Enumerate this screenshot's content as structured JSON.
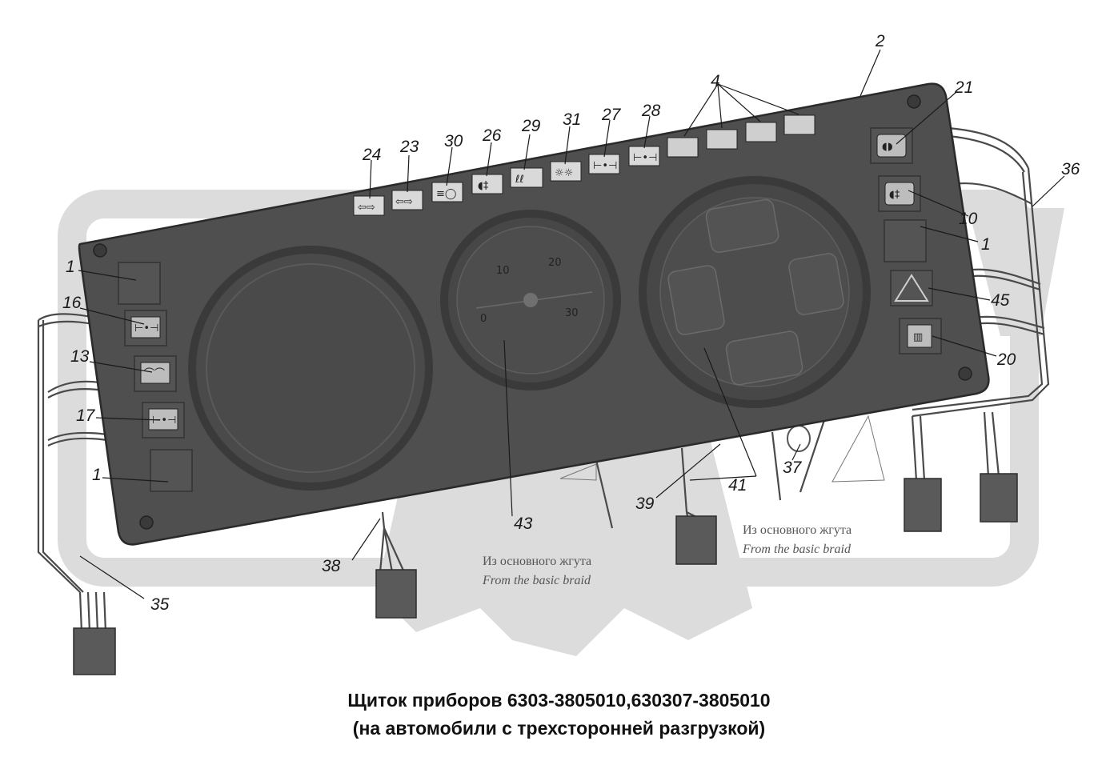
{
  "title": {
    "line1": "Щиток приборов 6303-3805010,630307-3805010",
    "line2": "(на автомобили с трехсторонней разгрузкой)"
  },
  "notes": [
    {
      "ru": "Из основного жгута",
      "en": "From the basic braid"
    },
    {
      "ru": "Из основного жгута",
      "en": "From the basic braid"
    }
  ],
  "callouts": {
    "c2": "2",
    "c4": "4",
    "c21": "21",
    "c36": "36",
    "c10": "10",
    "c1a": "1",
    "c45": "45",
    "c20": "20",
    "c24": "24",
    "c23": "23",
    "c30": "30",
    "c26": "26",
    "c29": "29",
    "c31": "31",
    "c27": "27",
    "c28": "28",
    "c1b": "1",
    "c16": "16",
    "c13": "13",
    "c17": "17",
    "c1c": "1",
    "c38": "38",
    "c43": "43",
    "c39": "39",
    "c41": "41",
    "c37": "37",
    "c35": "35"
  },
  "gauge": {
    "ticks": [
      "0",
      "10",
      "20",
      "30"
    ]
  },
  "icons": {
    "turn_signals": "turn-arrows-icon",
    "high_beam": "high-beam-icon",
    "fog_light": "fog-light-icon",
    "hazard": "hazard-triangle-icon",
    "rear_defrost": "rear-defrost-icon"
  },
  "colors": {
    "panel": "#4f4f4f",
    "panel_edge": "#2e2e2e",
    "watermark": "#d8d8d8",
    "connector": "#555555"
  }
}
